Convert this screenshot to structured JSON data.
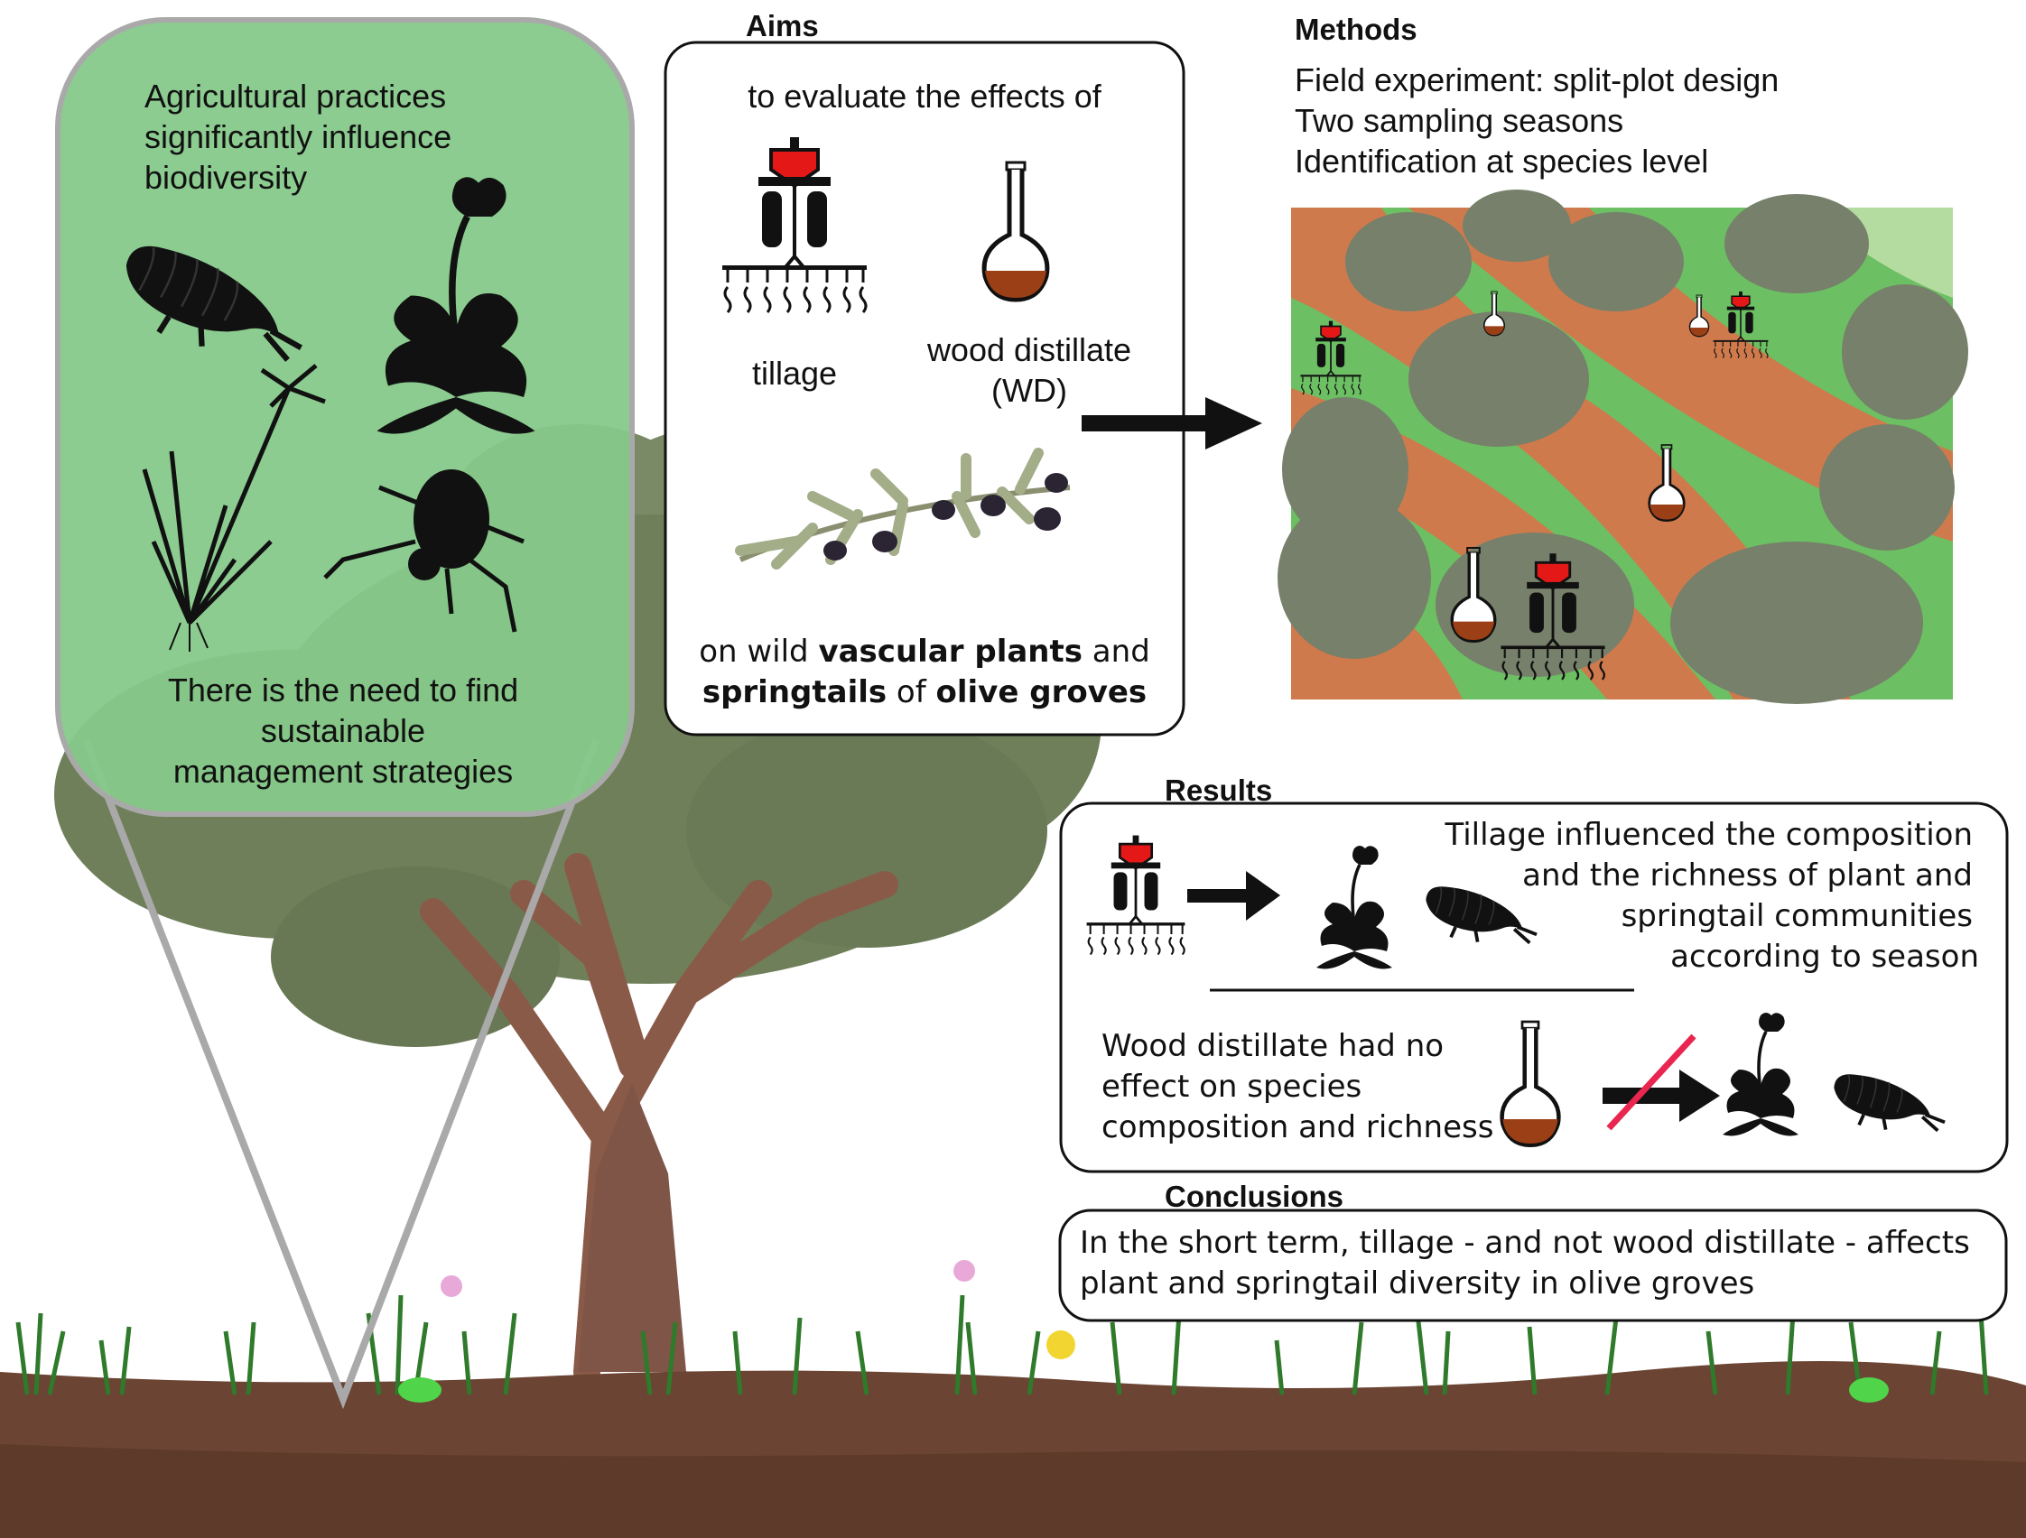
{
  "left_panel": {
    "intro_line1": "Agricultural practices",
    "intro_line2": "significantly influence",
    "intro_line3": "biodiversity",
    "need_line1": "There is the need to find",
    "need_line2": "sustainable",
    "need_line3": "management strategies"
  },
  "aims": {
    "header": "Aims",
    "line1": "to evaluate the effects of",
    "tillage_label": "tillage",
    "wd_label_line1": "wood distillate",
    "wd_label_line2": "(WD)",
    "bottom_pre": "on wild ",
    "bottom_bold1": "vascular plants",
    "bottom_mid": " and",
    "bottom_bold2": "springtails",
    "bottom_of": " of ",
    "bottom_bold3": "olive groves"
  },
  "methods": {
    "header": "Methods",
    "line1": "Field experiment: split-plot design",
    "line2": "Two sampling seasons",
    "line3": "Identification at species level"
  },
  "results": {
    "header": "Results",
    "tillage_line1": "Tillage influenced the composition",
    "tillage_line2": "and the richness of plant  and",
    "tillage_line3": "springtail communities",
    "tillage_line4": "according to season",
    "wd_line1": "Wood distillate had no",
    "wd_line2": "effect on species",
    "wd_line3": "composition and richness"
  },
  "conclusions": {
    "header": "Conclusions",
    "line1": "In the short term, tillage - and not wood distillate - affects",
    "line2": "plant and springtail diversity in olive groves"
  },
  "colors": {
    "bubble_green": "#86c98a",
    "tractor_red": "#e51818",
    "soil": "#6b4433",
    "field_orange": "#cf7a4c",
    "tree_canopy": "#6f7f5a",
    "no_effect_slash": "#e8264f"
  },
  "icons": [
    "tractor-icon",
    "flask-icon",
    "springtail-icon",
    "plant-icon",
    "mite-icon",
    "grass-icon",
    "olive-branch-icon",
    "arrow-icon"
  ]
}
